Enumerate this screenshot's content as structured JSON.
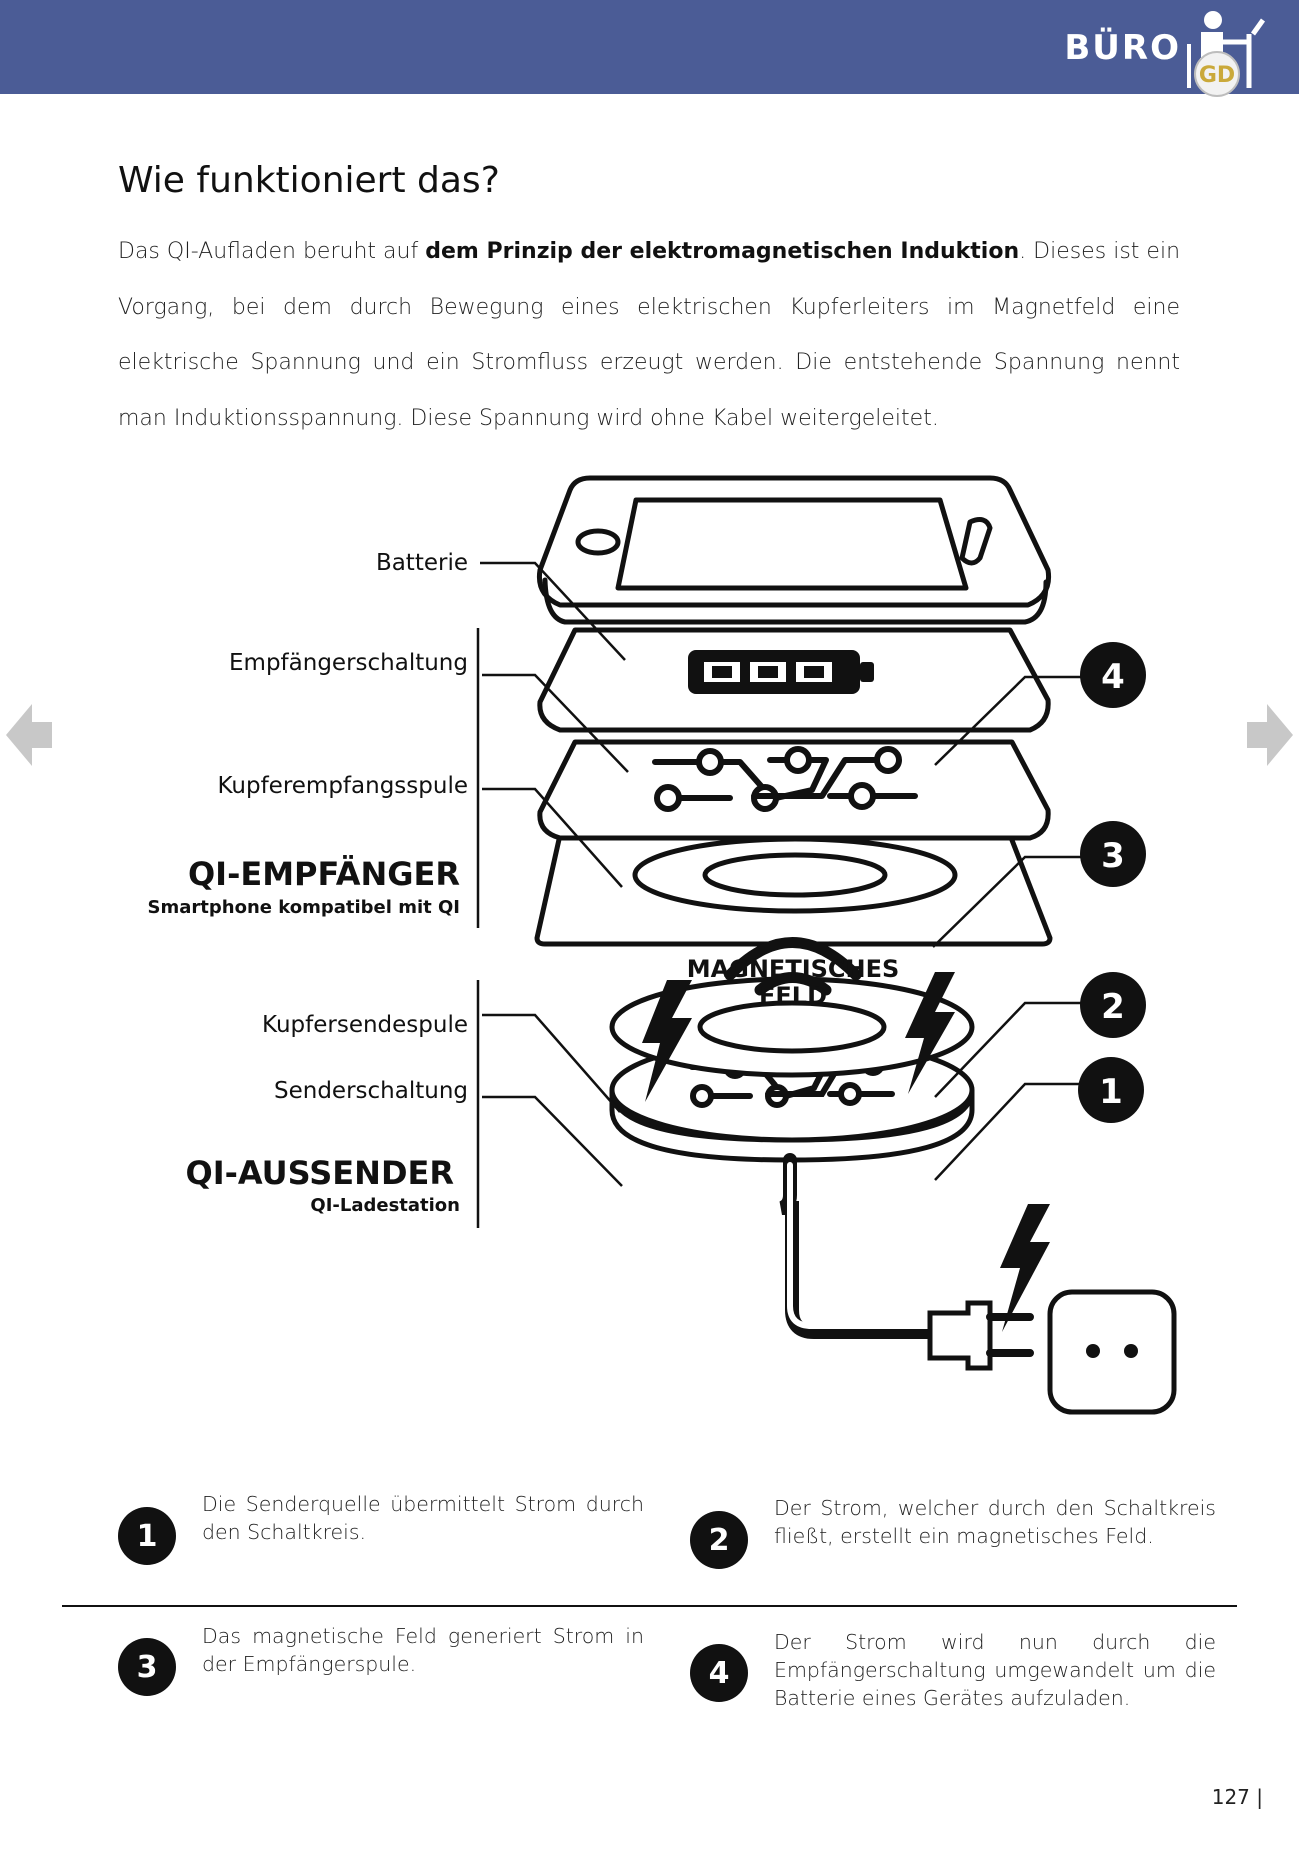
{
  "header": {
    "section": "BÜRO",
    "brand_color": "#4b5c96",
    "icon": "desk-worker-icon"
  },
  "heading": "Wie funktioniert das?",
  "intro": {
    "part1": "Das QI-Aufladen beruht auf ",
    "bold": "dem Prinzip der elektromagnetischen Induktion",
    "part2": ". Dieses ist ein Vorgang, bei dem durch Bewegung eines elektrischen Kupferleiters im Magnetfeld eine elektrische Spannung und ein Stromfluss erzeugt werden. Die entstehende Spannung nennt man Induktionsspannung. Diese Spannung wird ohne Kabel weitergeleitet."
  },
  "diagram": {
    "labels": {
      "batterie": "Batterie",
      "empfaengerschaltung": "Empfängerschaltung",
      "kupferempfangsspule": "Kupferempfangsspule",
      "receiver_title": "QI-EMPFÄNGER",
      "receiver_sub": "Smartphone kompatibel mit QI",
      "kupfersendespule": "Kupfersendespule",
      "senderschaltung": "Senderschaltung",
      "sender_title": "QI-AUSSENDER",
      "sender_sub": "QI-Ladestation",
      "field_line1": "MAGNETISCHES",
      "field_line2": "FELD"
    },
    "markers": [
      "4",
      "3",
      "2",
      "1"
    ]
  },
  "steps": [
    {
      "number": "1",
      "text": "Die Senderquelle übermittelt Strom durch den Schaltkreis."
    },
    {
      "number": "2",
      "text": "Der Strom, welcher durch den Schaltkreis fließt, erstellt ein magnetisches Feld."
    },
    {
      "number": "3",
      "text": "Das magnetische Feld generiert Strom in der Empfängerspule."
    },
    {
      "number": "4",
      "text": "Der Strom wird nun durch die Empfängerschaltung umgewandelt um die Batterie eines Gerätes aufzuladen."
    }
  ],
  "page_number": "127 |",
  "navigation": {
    "prev_icon": "arrow-left-icon",
    "next_icon": "arrow-right-icon",
    "arrow_color": "#c8c8c8"
  }
}
